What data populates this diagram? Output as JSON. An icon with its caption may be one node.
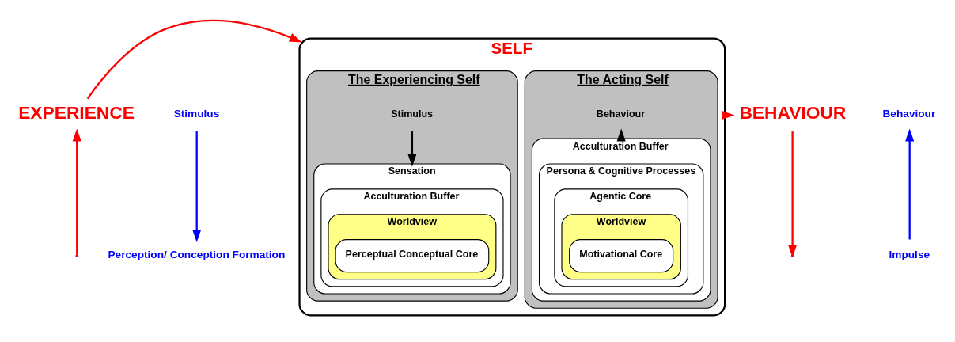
{
  "diagram": {
    "nodes": [
      {
        "text": [
          "EXPERIENCE"
        ]
      },
      {
        "text": [
          "Stimulus"
        ]
      },
      {
        "text": [
          "Perception/ Conception Formation"
        ]
      },
      {
        "text": [
          "SELF"
        ]
      },
      {
        "text": [
          "The Experiencing Self"
        ],
        "in": 3
      },
      {
        "text": [
          "Stimulus"
        ],
        "in": 4
      },
      {
        "text": [
          "Sensation"
        ],
        "in": 4
      },
      {
        "text": [
          "Acculturation Buffer"
        ],
        "in": 6
      },
      {
        "text": [
          "Worldview"
        ],
        "in": 7
      },
      {
        "text": [
          "Perceptual Conceptual Core"
        ],
        "in": 8
      },
      {
        "text": [
          "The Acting Self"
        ],
        "in": 3
      },
      {
        "text": [
          "Behaviour"
        ],
        "in": 10
      },
      {
        "text": [
          "Acculturation Buffer"
        ],
        "in": 10
      },
      {
        "text": [
          "Persona & Cognitive Processes"
        ],
        "in": 12
      },
      {
        "text": [
          "Agentic Core"
        ],
        "in": 13
      },
      {
        "text": [
          "Worldview"
        ],
        "in": 14
      },
      {
        "text": [
          "Motivational Core"
        ],
        "in": 15
      },
      {
        "text": [
          "BEHAVIOUR"
        ]
      },
      {
        "text": [
          "Behaviour"
        ]
      },
      {
        "text": [
          "Impulse"
        ]
      }
    ],
    "edges": [
      {
        "from": 0,
        "to": 3,
        "arrow": "to",
        "color": "#ff0000"
      },
      {
        "from": 3,
        "to": 17,
        "arrow": "to",
        "color": "#ff0000"
      },
      {
        "from": 17,
        "to": null,
        "arrow": "to",
        "color": "#ff0000"
      },
      {
        "from": null,
        "to": 0,
        "arrow": "to",
        "color": "#ff0000"
      },
      {
        "from": 1,
        "to": 2,
        "arrow": "to",
        "color": "#0000ff"
      },
      {
        "from": 19,
        "to": 18,
        "arrow": "to",
        "color": "#0000ff"
      },
      {
        "from": 5,
        "to": 6,
        "arrow": "to",
        "color": "#000000"
      },
      {
        "from": 12,
        "to": 11,
        "arrow": "to",
        "color": "#000000"
      }
    ]
  }
}
